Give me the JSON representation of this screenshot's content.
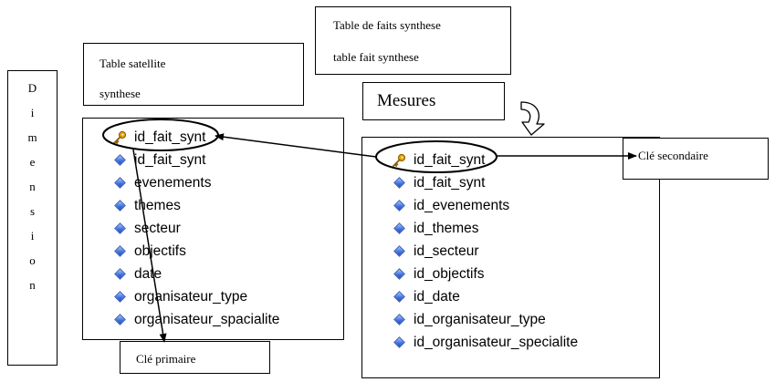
{
  "dimension_label": [
    "D",
    "i",
    "m",
    "e",
    "n",
    "s",
    "i",
    "o",
    "n"
  ],
  "satellite_title": {
    "line1": "Table satellite",
    "line2": "synthese"
  },
  "fact_title": {
    "line1": "Table de faits synthese",
    "line2": "table  fait  synthese"
  },
  "mesures_label": "Mesures",
  "cle_secondaire_label": "Clé secondaire",
  "cle_primaire_label": "Clé primaire",
  "satellite_table": {
    "fields": [
      {
        "name": "id_fait_synt",
        "icon": "key-icon"
      },
      {
        "name": "id_fait_synt",
        "icon": "diamond-icon"
      },
      {
        "name": "evenements",
        "icon": "diamond-icon"
      },
      {
        "name": "themes",
        "icon": "diamond-icon"
      },
      {
        "name": "secteur",
        "icon": "diamond-icon"
      },
      {
        "name": "objectifs",
        "icon": "diamond-icon"
      },
      {
        "name": "date",
        "icon": "diamond-icon"
      },
      {
        "name": "organisateur_type",
        "icon": "diamond-icon"
      },
      {
        "name": "organisateur_spacialite",
        "icon": "diamond-icon"
      }
    ]
  },
  "fact_table": {
    "fields": [
      {
        "name": "id_fait_synt",
        "icon": "key-icon"
      },
      {
        "name": "id_fait_synt",
        "icon": "diamond-icon"
      },
      {
        "name": "id_evenements",
        "icon": "diamond-icon"
      },
      {
        "name": "id_themes",
        "icon": "diamond-icon"
      },
      {
        "name": "id_secteur",
        "icon": "diamond-icon"
      },
      {
        "name": "id_objectifs",
        "icon": "diamond-icon"
      },
      {
        "name": "id_date",
        "icon": "diamond-icon"
      },
      {
        "name": "id_organisateur_type",
        "icon": "diamond-icon"
      },
      {
        "name": "id_organisateur_specialite",
        "icon": "diamond-icon"
      }
    ]
  },
  "colors": {
    "key_gold": "#e0a100",
    "diamond_blue": "#3f6fd9"
  }
}
